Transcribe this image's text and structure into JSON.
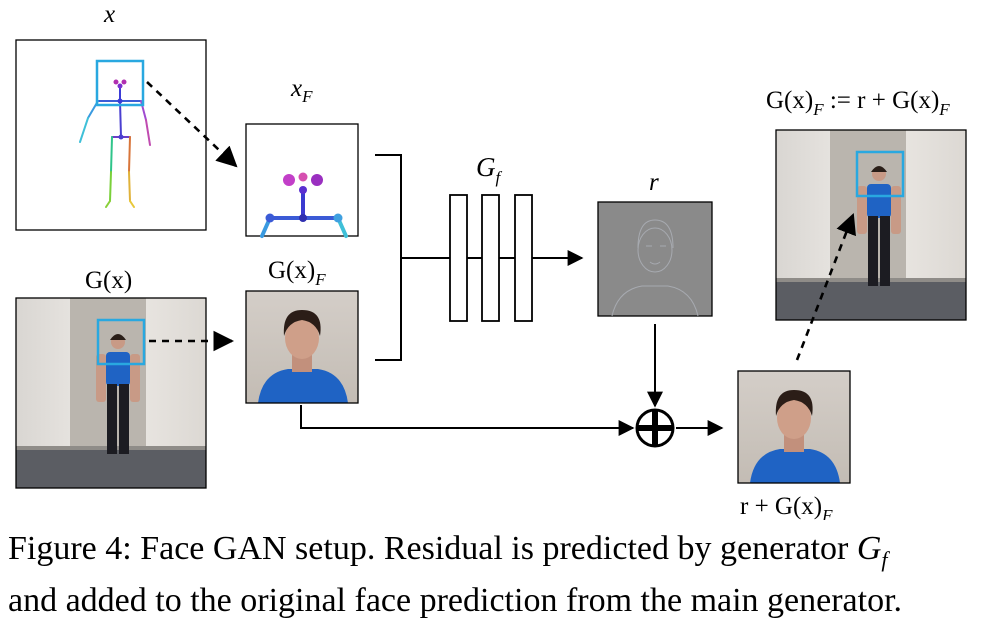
{
  "figure": {
    "labels": {
      "x": "x",
      "x_face": "x",
      "x_face_sub": "F",
      "gx": "G(x)",
      "gx_face": "G(x)",
      "gx_face_sub": "F",
      "gf": "G",
      "gf_sub": "f",
      "r": "r",
      "result_def_lhs": "G(x)",
      "result_def_lhs_sub": "F",
      "result_def_op": " := r + G(x)",
      "result_def_rhs_sub": "F",
      "sum_label_main": "r + G(x)",
      "sum_label_sub": "F"
    },
    "colors": {
      "crop_box": "#29a8e0",
      "stroke": "#000000",
      "wall": "#e6e3df",
      "door": "#b9b4ad",
      "shirt": "#1f63c4",
      "pants": "#1c1c22",
      "carpet": "#5b5d63",
      "residual_gray": "#8a8a8a"
    }
  },
  "caption": {
    "prefix": "Figure 4: Face GAN setup. Residual is predicted by generator ",
    "g": "G",
    "g_sub": "f",
    "line2": "and added to the original face prediction from the main generator."
  }
}
